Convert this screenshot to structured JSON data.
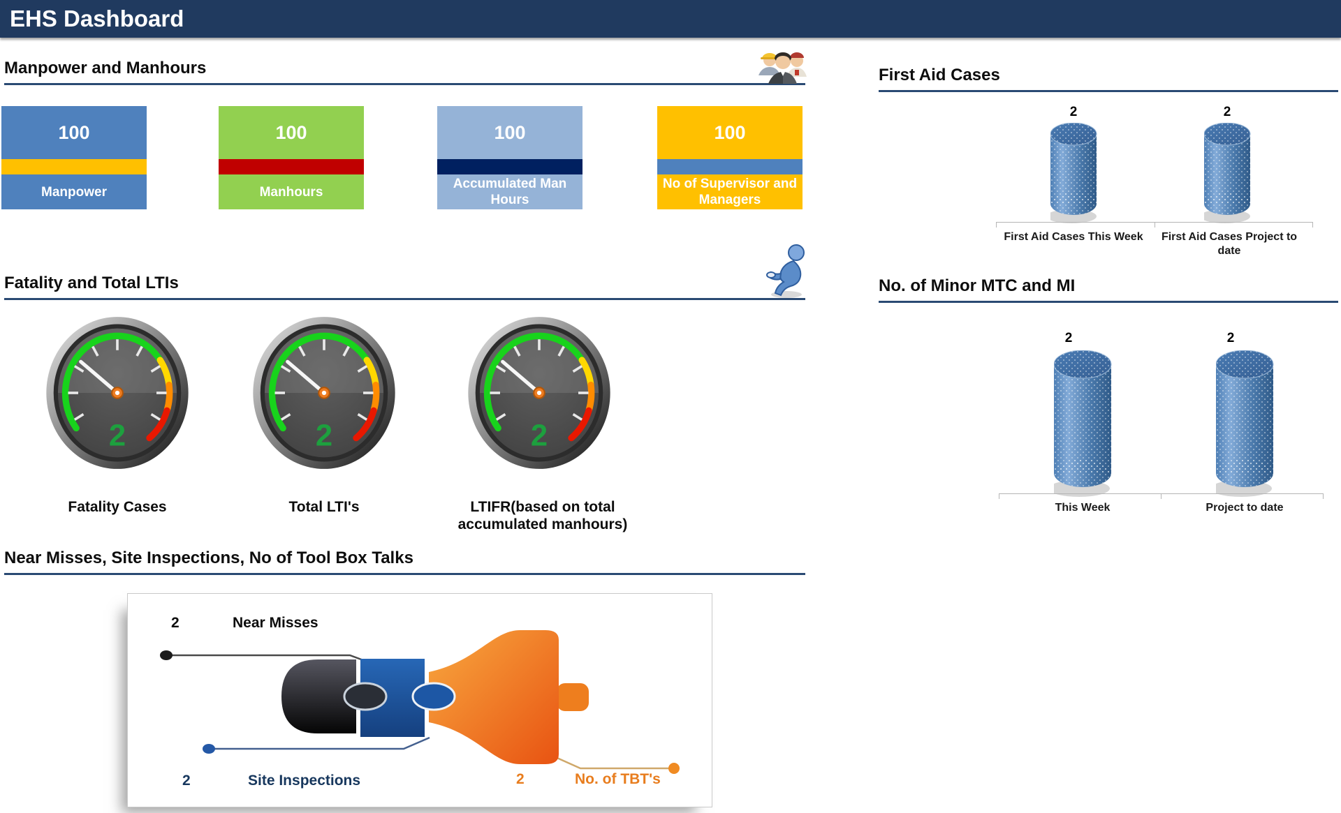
{
  "header": {
    "title": "EHS Dashboard"
  },
  "sections": {
    "manpower": {
      "title": "Manpower and Manhours"
    },
    "fatality": {
      "title": "Fatality and Total LTIs"
    },
    "near_miss": {
      "title": "Near Misses, Site Inspections, No of Tool Box Talks"
    },
    "first_aid": {
      "title": "First Aid Cases"
    },
    "mtc": {
      "title": "No. of Minor MTC and MI"
    }
  },
  "icons": {
    "manpower_section": "workers-icon",
    "fatality_section": "safety-figure-icon"
  },
  "colors": {
    "header_bar": "#203a5f",
    "section_rule": "#2a4a73",
    "card_blue": "#4f81bd",
    "card_green": "#92d050",
    "card_light_blue": "#95b3d7",
    "card_gold": "#ffc000",
    "stripe_dark_red": "#c00000",
    "stripe_navy": "#002060",
    "cylinder_blue": "#4f81bd",
    "gauge_value_green": "#1da03e",
    "near_misses_text": "#0d0d0d",
    "site_inspections_text": "#17375d",
    "tbt_text": "#e87d1e",
    "megaphone_black": "#1a1a1a",
    "megaphone_blue": "#1d57a5",
    "megaphone_orange": "#ee7e1e"
  },
  "chart_data": [
    {
      "type": "table",
      "title": "Manpower and Manhours",
      "categories": [
        "Manpower",
        "Manhours",
        "Accumulated Man Hours",
        "No of Supervisor and Managers"
      ],
      "values": [
        100,
        100,
        100,
        100
      ]
    },
    {
      "type": "gauge",
      "title": "Fatality and Total LTIs",
      "categories": [
        "Fatality Cases",
        "Total LTI's",
        "LTIFR(based on total accumulated manhours)"
      ],
      "values": [
        2,
        2,
        2
      ]
    },
    {
      "type": "bar",
      "title": "First Aid Cases",
      "bar_style": "cylinder-3d",
      "categories": [
        "First Aid Cases This Week",
        "First Aid Cases Project to date"
      ],
      "values": [
        2,
        2
      ],
      "color": "#4f81bd",
      "xlabel": "",
      "ylabel": "",
      "grid": false,
      "legend": false
    },
    {
      "type": "bar",
      "title": "No. of Minor MTC and MI",
      "bar_style": "cylinder-3d",
      "categories": [
        "This Week",
        "Project to date"
      ],
      "values": [
        2,
        2
      ],
      "color": "#4f81bd",
      "xlabel": "",
      "ylabel": "",
      "grid": false,
      "legend": false
    },
    {
      "type": "pictogram",
      "title": "Near Misses, Site Inspections, No of Tool Box Talks",
      "categories": [
        "Near Misses",
        "Site Inspections",
        "No. of TBT's"
      ],
      "values": [
        2,
        2,
        2
      ],
      "colors": [
        "#1a1a1a",
        "#17375d",
        "#e87d1e"
      ]
    }
  ]
}
